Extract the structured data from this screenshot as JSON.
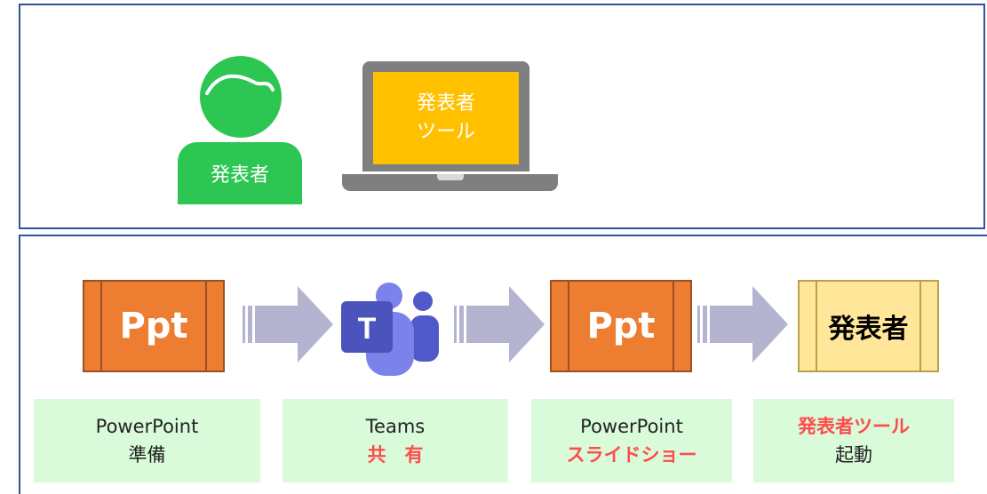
{
  "presenter": {
    "label": "発表者"
  },
  "laptop": {
    "screen_line1": "発表者",
    "screen_line2": "ツール"
  },
  "blocks": {
    "ppt1": "Ppt",
    "ppt2": "Ppt",
    "presenter_tool": "発表者"
  },
  "teams_logo": {
    "letter": "T"
  },
  "steps": [
    {
      "line1": "PowerPoint",
      "line2": "準備"
    },
    {
      "line1": "Teams",
      "line2": "共　有"
    },
    {
      "line1": "PowerPoint",
      "line2": "スライドショー"
    },
    {
      "line1": "発表者ツール",
      "line2": "起動"
    }
  ],
  "colors": {
    "panel_border": "#2f5597",
    "person_green": "#2dc653",
    "laptop_gray": "#7f7f7f",
    "screen_yellow": "#ffc000",
    "ppt_orange": "#ed7d31",
    "presenter_block_yellow": "#ffe699",
    "arrow_lavender": "#b4b4d0",
    "card_green": "#d9fbd9",
    "emphasis_red": "#ff4b4b",
    "teams_purple": "#5059c9"
  }
}
